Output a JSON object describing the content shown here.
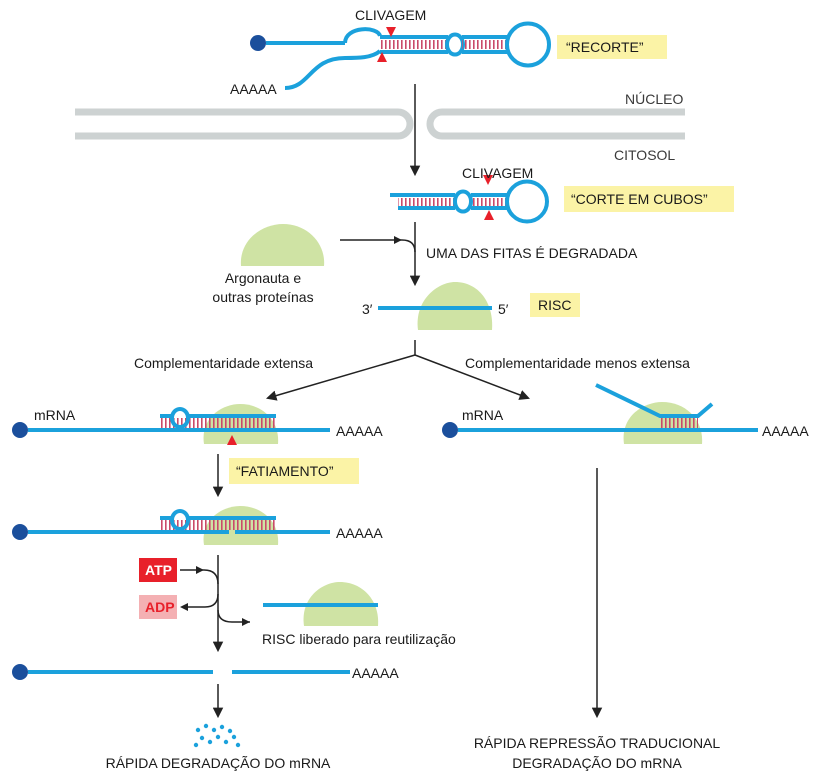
{
  "labels": {
    "clivagem_top": "CLIVAGEM",
    "recorte": "“RECORTE”",
    "aaaaa_top": "AAAAA",
    "nucleo": "NÚCLEO",
    "citosol": "CITOSOL",
    "clivagem_mid": "CLIVAGEM",
    "corte_em_cubos": "“CORTE EM CUBOS”",
    "uma_das_fitas": "UMA DAS FITAS É DEGRADADA",
    "argonauta_line1": "Argonauta e",
    "argonauta_line2": "outras proteínas",
    "three_prime": "3′",
    "five_prime": "5′",
    "risc": "RISC",
    "comp_extensa": "Complementaridade extensa",
    "comp_menos": "Complementaridade menos extensa",
    "mrna_left": "mRNA",
    "aaaaa_left1": "AAAAA",
    "mrna_right": "mRNA",
    "aaaaa_right": "AAAAA",
    "fatiamento": "“FATIAMENTO”",
    "aaaaa_left2": "AAAAA",
    "atp": "ATP",
    "adp": "ADP",
    "risc_liberado": "RISC liberado para reutilização",
    "aaaaa_left3": "AAAAA",
    "degradacao_left": "RÁPIDA DEGRADAÇÃO DO mRNA",
    "repressao_line1": "RÁPIDA REPRESSÃO TRADUCIONAL",
    "repressao_line2": "DEGRADAÇÃO DO mRNA"
  },
  "colors": {
    "rna": "#1ba1dc",
    "cap": "#1b4f9c",
    "pairs": "#c94a6a",
    "protein": "#cfe3a4",
    "highlight": "#fbf3a6",
    "cleavage": "#e8202a",
    "membrane": "#cdd2d2",
    "atp_bg": "#e8202a",
    "adp_bg": "#f4b0b3",
    "arrow": "#222222"
  }
}
